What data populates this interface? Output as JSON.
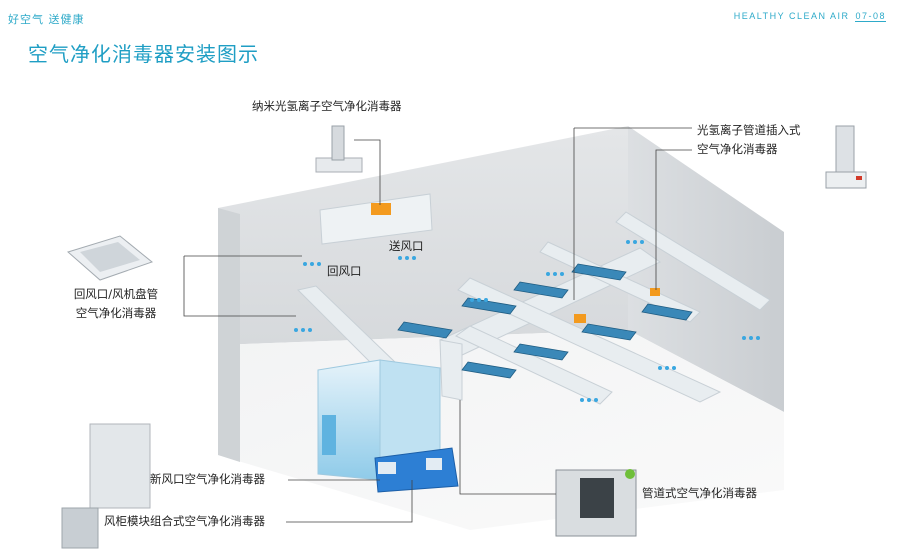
{
  "header": {
    "slogan": "好空气 送健康",
    "brand": "HEALTHY CLEAN AIR",
    "page": "07-08",
    "title": "空气净化消毒器安装图示"
  },
  "labels": {
    "nano": "纳米光氢离子空气净化消毒器",
    "supply_vent": "送风口",
    "return_vent": "回风口",
    "fan_coil_1": "回风口/风机盘管",
    "fan_coil_2": "空气净化消毒器",
    "duct_insert_1": "光氢离子管道插入式",
    "duct_insert_2": "空气净化消毒器",
    "fresh_air": "新风口空气净化消毒器",
    "cabinet": "风柜模块组合式空气净化消毒器",
    "duct_type": "管道式空气净化消毒器"
  },
  "colors": {
    "accent": "#2eaac9",
    "title": "#1f9ec4",
    "orange": "#f39a1e",
    "duct": "#e9eef1"
  }
}
